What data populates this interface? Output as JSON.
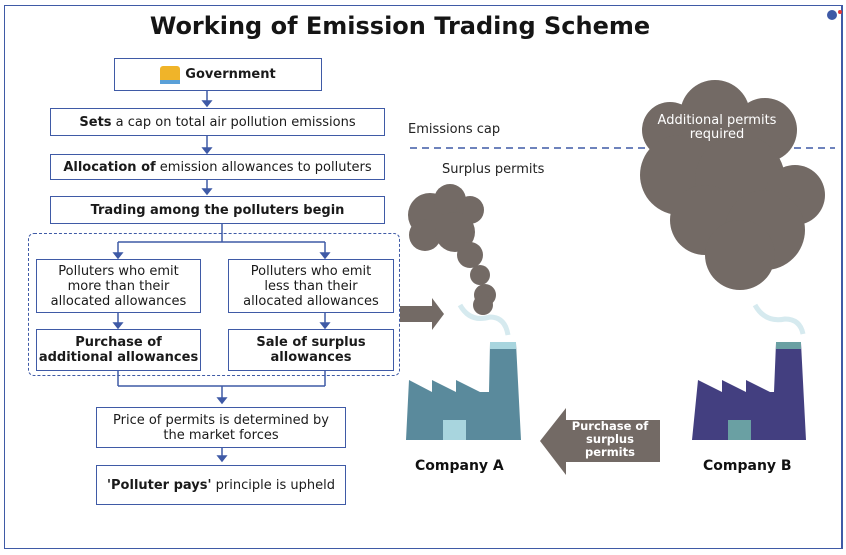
{
  "title": "Working of Emission Trading Scheme",
  "flow": {
    "government": "Government",
    "sets_bold": "Sets",
    "sets_rest": " a cap on total air pollution emissions",
    "allocation_bold": "Allocation of",
    "allocation_rest": " emission allowances to polluters",
    "trading": "Trading among the polluters begin",
    "more_emitters": "Polluters who emit more than their allocated allowances",
    "less_emitters": "Polluters who emit less than their allocated allowances",
    "purchase": "Purchase of additional allowances",
    "sale": "Sale of surplus allowances",
    "price": "Price of permits is determined by the market forces",
    "polluter_pays_bold": "'Polluter pays'",
    "polluter_pays_rest": " principle is upheld"
  },
  "illustration": {
    "emissions_cap": "Emissions cap",
    "surplus_permits": "Surplus permits",
    "additional_permits": "Additional permits required",
    "company_a": "Company A",
    "company_b": "Company B",
    "trade_arrow": "Purchase of surplus permits"
  },
  "colors": {
    "border": "#3f5aa6",
    "smoke": "#736a65",
    "company_a": "#5a8a9c",
    "company_b": "#433f80"
  }
}
